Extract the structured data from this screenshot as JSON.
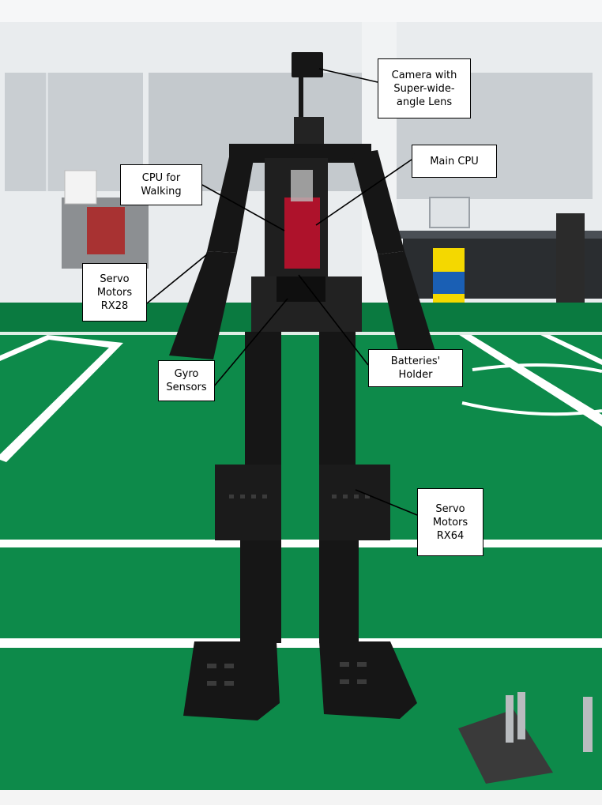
{
  "colors": {
    "field": "#0d8a4a",
    "field_dark": "#0a6e3a",
    "field_line": "#ffffff",
    "wall": "#e9ecee",
    "window": "#c9ced2",
    "robot": "#161616",
    "robot_panel": "#232323",
    "wiring_red": "#c8102e",
    "pillar_yellow": "#f4d800",
    "pillar_blue": "#1a5fb4",
    "label_bg": "#ffffff",
    "label_border": "#000000"
  },
  "scene": {
    "icon": "humanoid-robot-icon"
  },
  "labels": {
    "camera": [
      "Camera with",
      "Super-wide-",
      "angle Lens"
    ],
    "main_cpu": [
      "Main CPU"
    ],
    "cpu_walking": [
      "CPU for",
      "Walking"
    ],
    "servo_rx28": [
      "Servo",
      "Motors",
      "RX28"
    ],
    "gyro": [
      "Gyro",
      "Sensors"
    ],
    "batteries": [
      "Batteries'",
      "Holder"
    ],
    "servo_rx64": [
      "Servo",
      "Motors",
      "RX64"
    ]
  }
}
